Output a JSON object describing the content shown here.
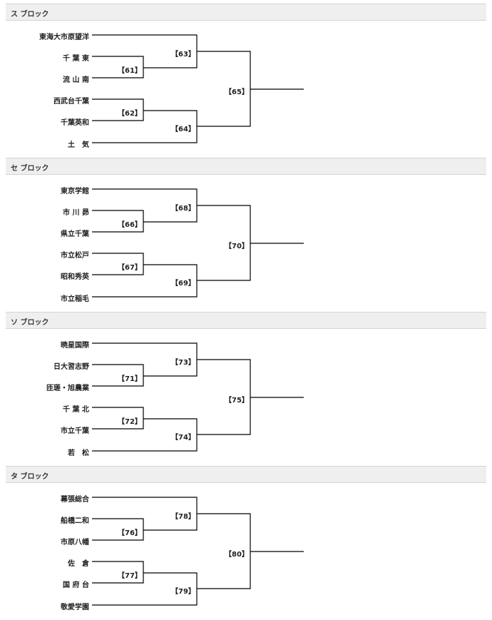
{
  "blocks": [
    {
      "title": "ス ブロック",
      "teams": [
        "東海大市原望洋",
        "千 葉 東",
        "流 山 南",
        "西武台千葉",
        "千葉英和",
        "土　気"
      ],
      "matches": [
        "【61】",
        "【62】",
        "【63】",
        "【64】",
        "【65】"
      ]
    },
    {
      "title": "セ ブロック",
      "teams": [
        "東京学館",
        "市 川 昴",
        "県立千葉",
        "市立松戸",
        "昭和秀英",
        "市立稲毛"
      ],
      "matches": [
        "【66】",
        "【67】",
        "【68】",
        "【69】",
        "【70】"
      ]
    },
    {
      "title": "ソ ブロック",
      "teams": [
        "暁星国際",
        "日大習志野",
        "匝瑳・旭農業",
        "千 葉 北",
        "市立千葉",
        "若　松"
      ],
      "matches": [
        "【71】",
        "【72】",
        "【73】",
        "【74】",
        "【75】"
      ]
    },
    {
      "title": "タ ブロック",
      "teams": [
        "幕張総合",
        "船橋二和",
        "市原八幡",
        "佐　倉",
        "国 府 台",
        "敬愛学園"
      ],
      "matches": [
        "【76】",
        "【77】",
        "【78】",
        "【79】",
        "【80】"
      ]
    }
  ]
}
